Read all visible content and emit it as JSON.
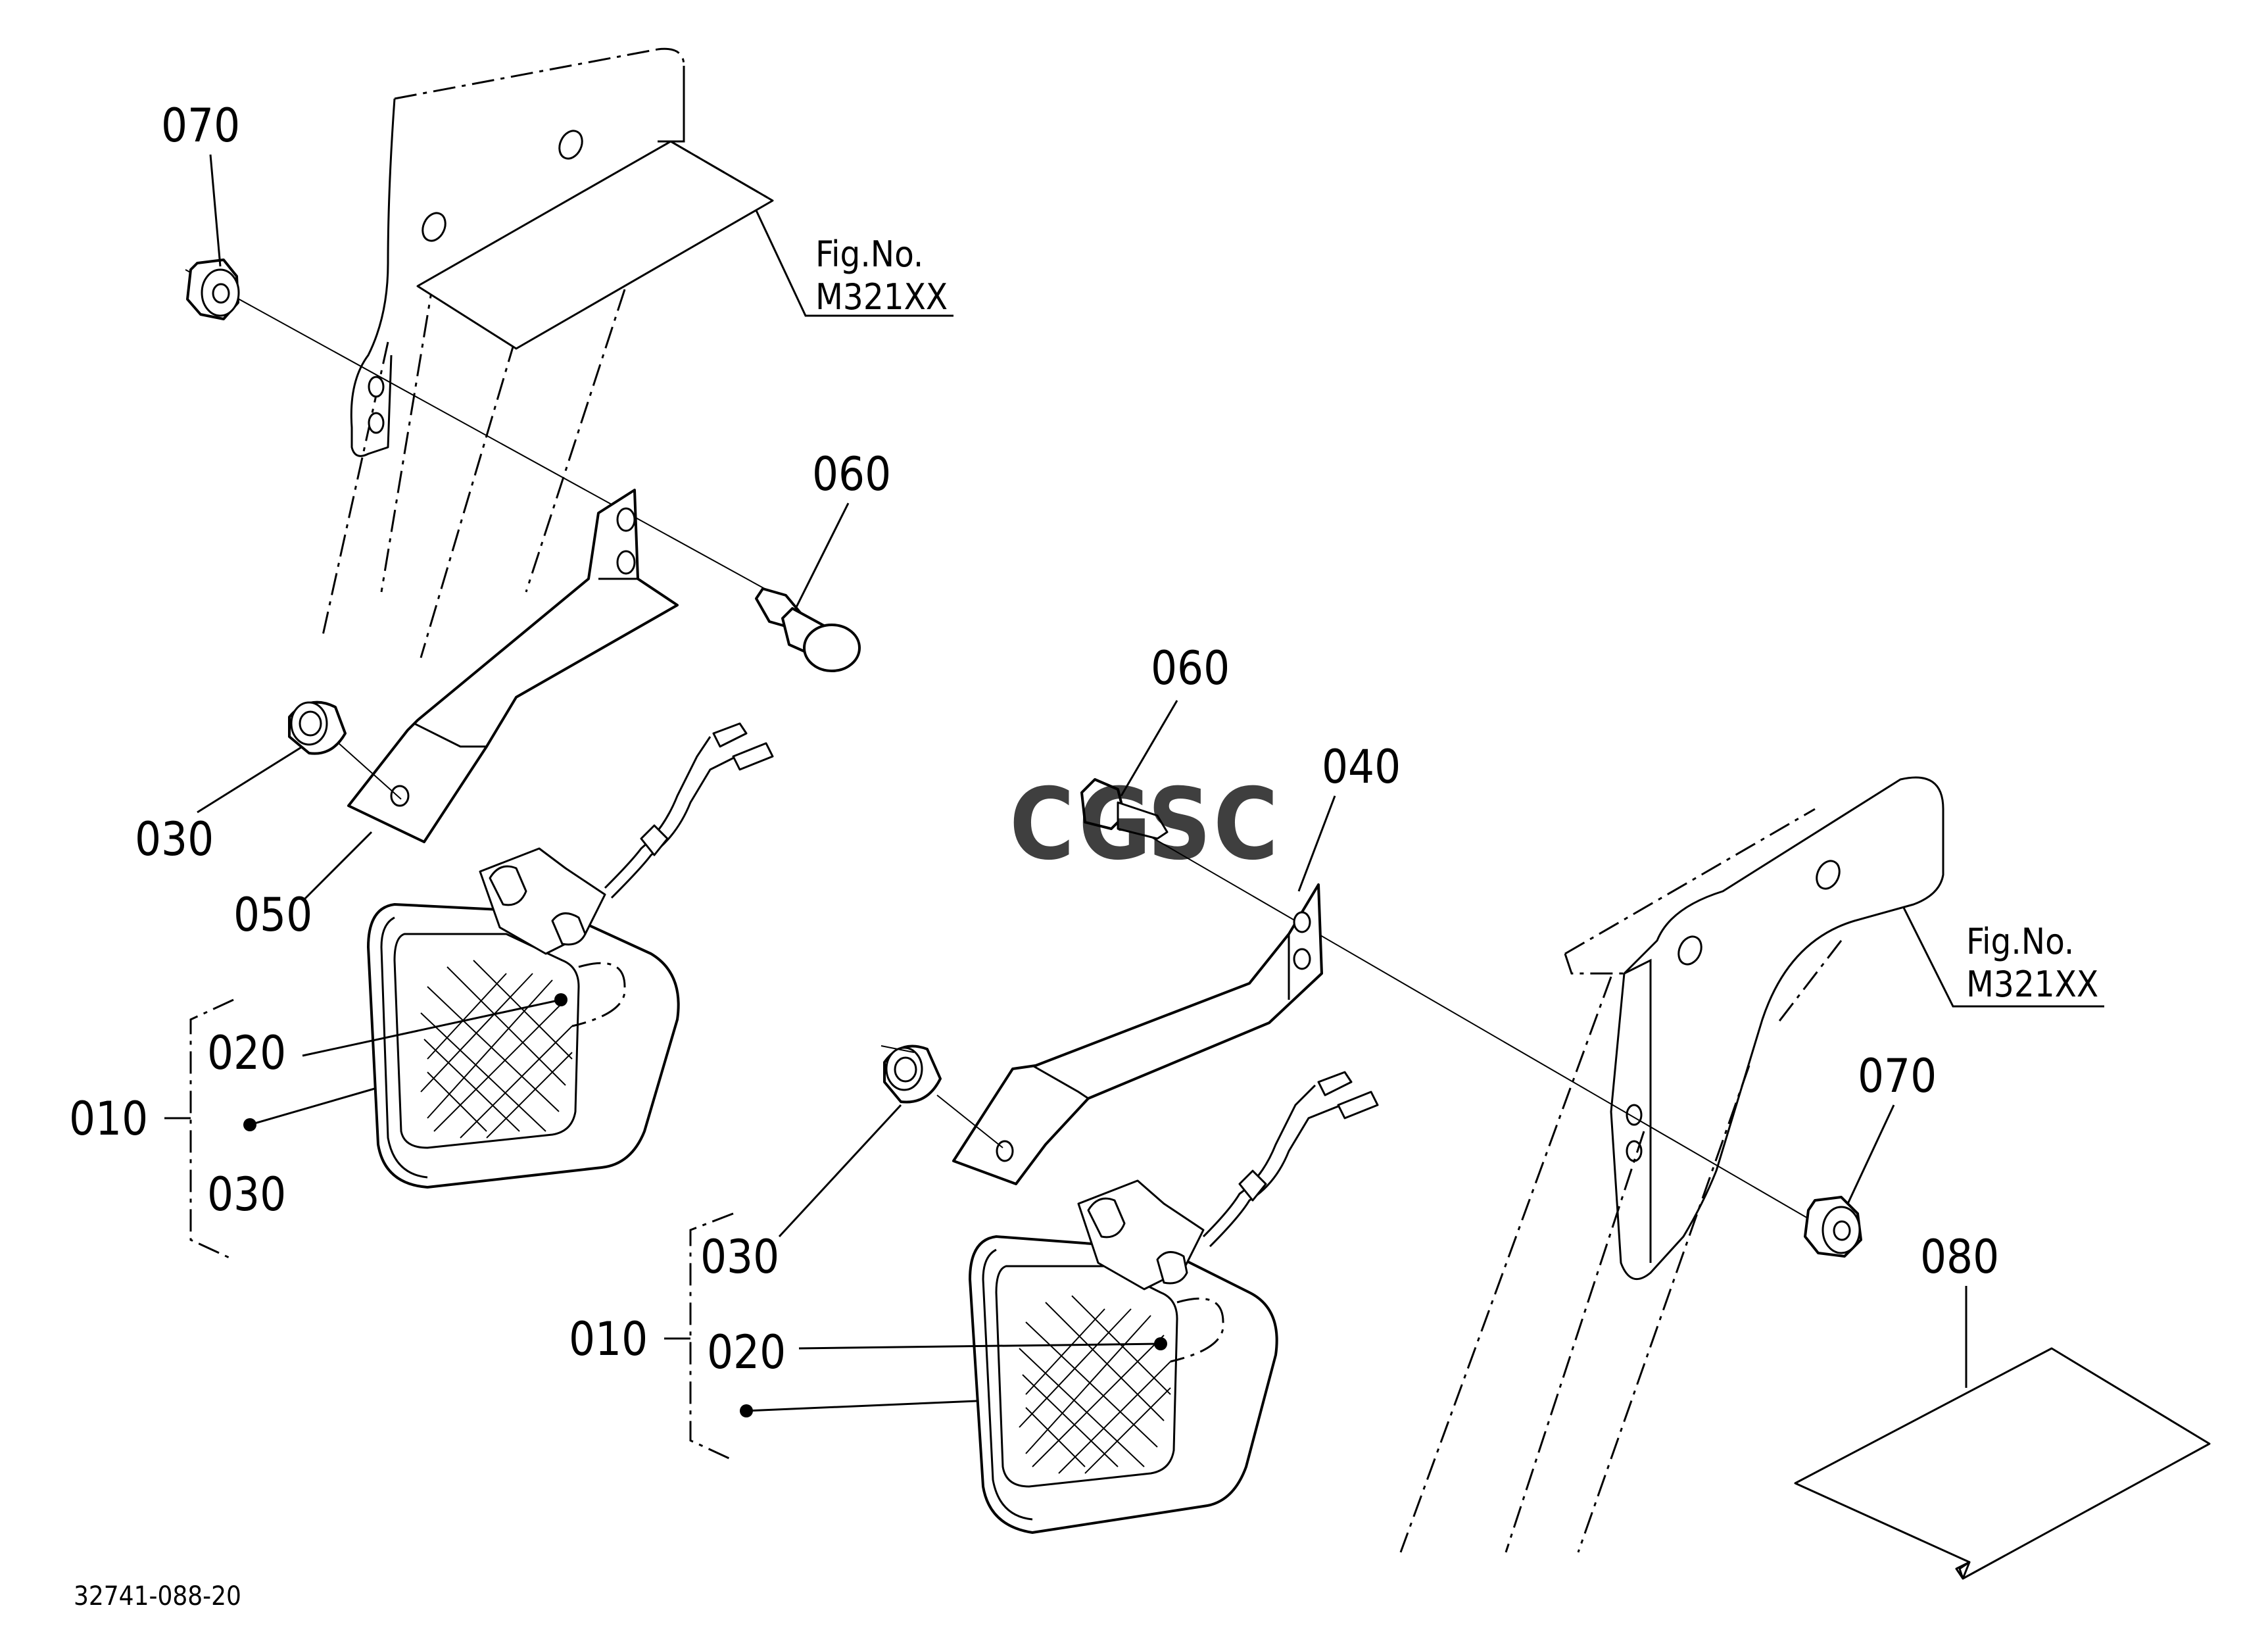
{
  "labels": {
    "p070_top": "070",
    "p060_top": "060",
    "p030_top": "030",
    "p050": "050",
    "p010_left": "010",
    "p020_left": "020",
    "p030_left": "030",
    "p060_right": "060",
    "p040": "040",
    "p030_right": "030",
    "p010_right": "010",
    "p020_right": "020",
    "p070_right": "070",
    "p080": "080"
  },
  "fig_ref_top": {
    "line1": "Fig.No.",
    "line2": "M321XX"
  },
  "fig_ref_right": {
    "line1": "Fig.No.",
    "line2": "M321XX"
  },
  "drawing_code": "32741-088-20",
  "watermark": {
    "letters": [
      "C",
      "G",
      "S",
      "C"
    ],
    "colors": [
      "#4a86e8",
      "#e06666",
      "#f1c232",
      "#6aa84f"
    ]
  }
}
